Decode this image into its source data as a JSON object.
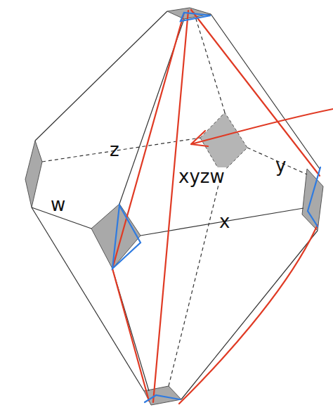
{
  "diagram": {
    "labels": [
      "z",
      "xyzw",
      "y",
      "w",
      "x"
    ]
  }
}
